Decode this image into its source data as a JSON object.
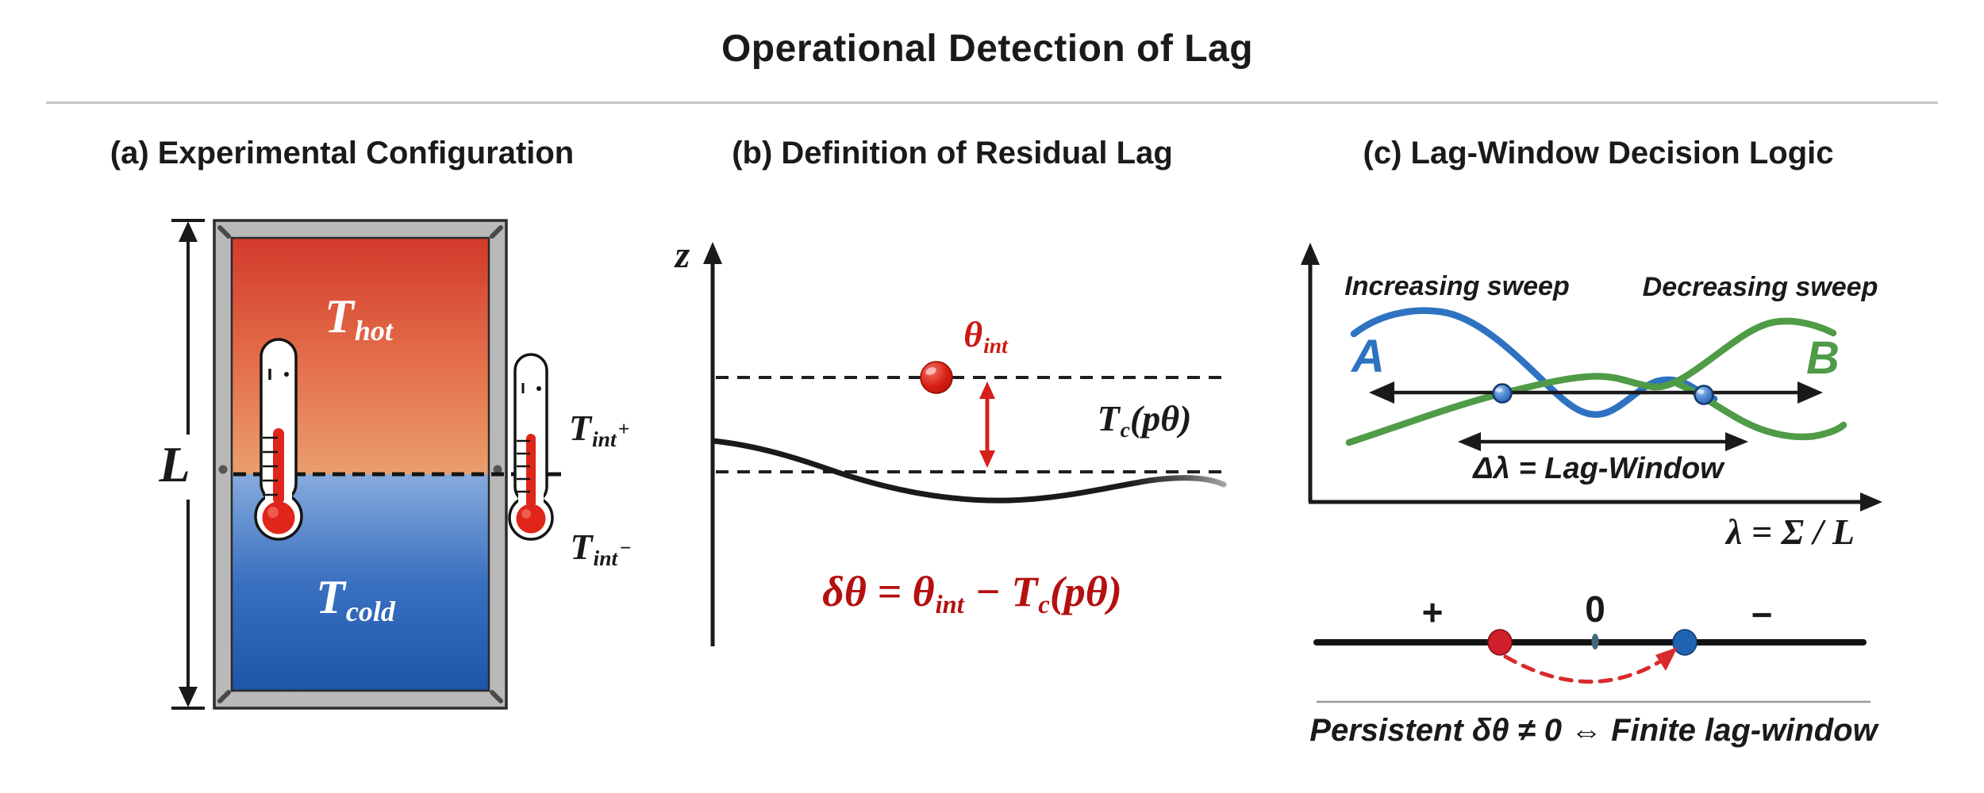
{
  "title": "Operational Detection of Lag",
  "panel_a": {
    "heading": "(a) Experimental Configuration",
    "length_label": "L",
    "hot": {
      "base": "T",
      "sub": "hot"
    },
    "cold": {
      "base": "T",
      "sub": "cold"
    },
    "probe_above": {
      "base": "T",
      "sub": "int",
      "sign": "+"
    },
    "probe_below": {
      "base": "T",
      "sub": "int",
      "sign": "−"
    }
  },
  "panel_b": {
    "heading": "(b) Definition of Residual Lag",
    "z_axis_label": "z",
    "point": {
      "base": "θ",
      "sub": "int"
    },
    "curve": {
      "base": "T",
      "sub": "c",
      "arg": "(pθ)"
    },
    "formula": {
      "lhs": "δθ",
      "eq": " = ",
      "p_base": "θ",
      "p_sub": "int",
      "minus": " − ",
      "c_base": "T",
      "c_sub": "c",
      "c_arg": "(pθ)"
    }
  },
  "panel_c": {
    "heading": "(c) Lag-Window Decision Logic",
    "increasing": "Increasing sweep",
    "decreasing": "Decreasing sweep",
    "a_label": "A",
    "b_label": "B",
    "window_label": "Δλ = Lag-Window",
    "x_axis_label": "λ = Σ / L",
    "plus": "+",
    "zero": "0",
    "minus": "−",
    "conclusion": "Persistent δθ ≠ 0 ⇔ Finite lag-window"
  },
  "colors": {
    "hot_top": "#d23a2c",
    "hot_bottom": "#eb9f6c",
    "cold_top": "#86abdd",
    "cold_bottom": "#1e55a8",
    "frame_gray": "#b9b9b9",
    "curve_blue": "#2e72c2",
    "curve_green": "#4f9b47",
    "accent_red": "#cc1812",
    "formula_red": "#b50f0f",
    "dot_red": "#cf1f2b",
    "dot_blue": "#2063b2"
  }
}
